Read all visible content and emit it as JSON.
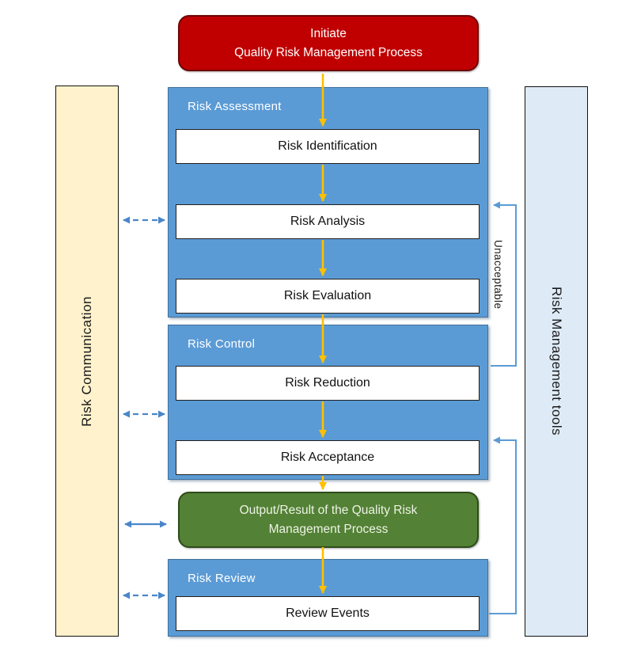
{
  "diagram": {
    "initiate": {
      "line1": "Initiate",
      "line2": "Quality Risk Management Process"
    },
    "output": {
      "line1": "Output/Result of the Quality Risk",
      "line2": "Management Process"
    },
    "sidebar_left": {
      "label": "Risk Communication"
    },
    "sidebar_right": {
      "label": "Risk Management tools"
    },
    "sections": [
      {
        "label": "Risk Assessment",
        "steps": [
          "Risk Identification",
          "Risk Analysis",
          "Risk Evaluation"
        ]
      },
      {
        "label": "Risk Control",
        "steps": [
          "Risk Reduction",
          "Risk Acceptance"
        ]
      },
      {
        "label": "Risk Review",
        "steps": [
          "Review Events"
        ]
      }
    ],
    "unacceptable_label": "Unacceptable",
    "colors": {
      "initiate_red": "#C00000",
      "output_green": "#538135",
      "container_blue": "#5B9BD5",
      "container_border_blue": "#41719C",
      "communication_cream": "#FFF2CC",
      "tools_light_blue": "#DEEBF7",
      "flow_arrow_orange": "#FFC000",
      "dashed_link_blue": "#4A86C8",
      "feedback_line_blue": "#5B9BD5"
    }
  }
}
